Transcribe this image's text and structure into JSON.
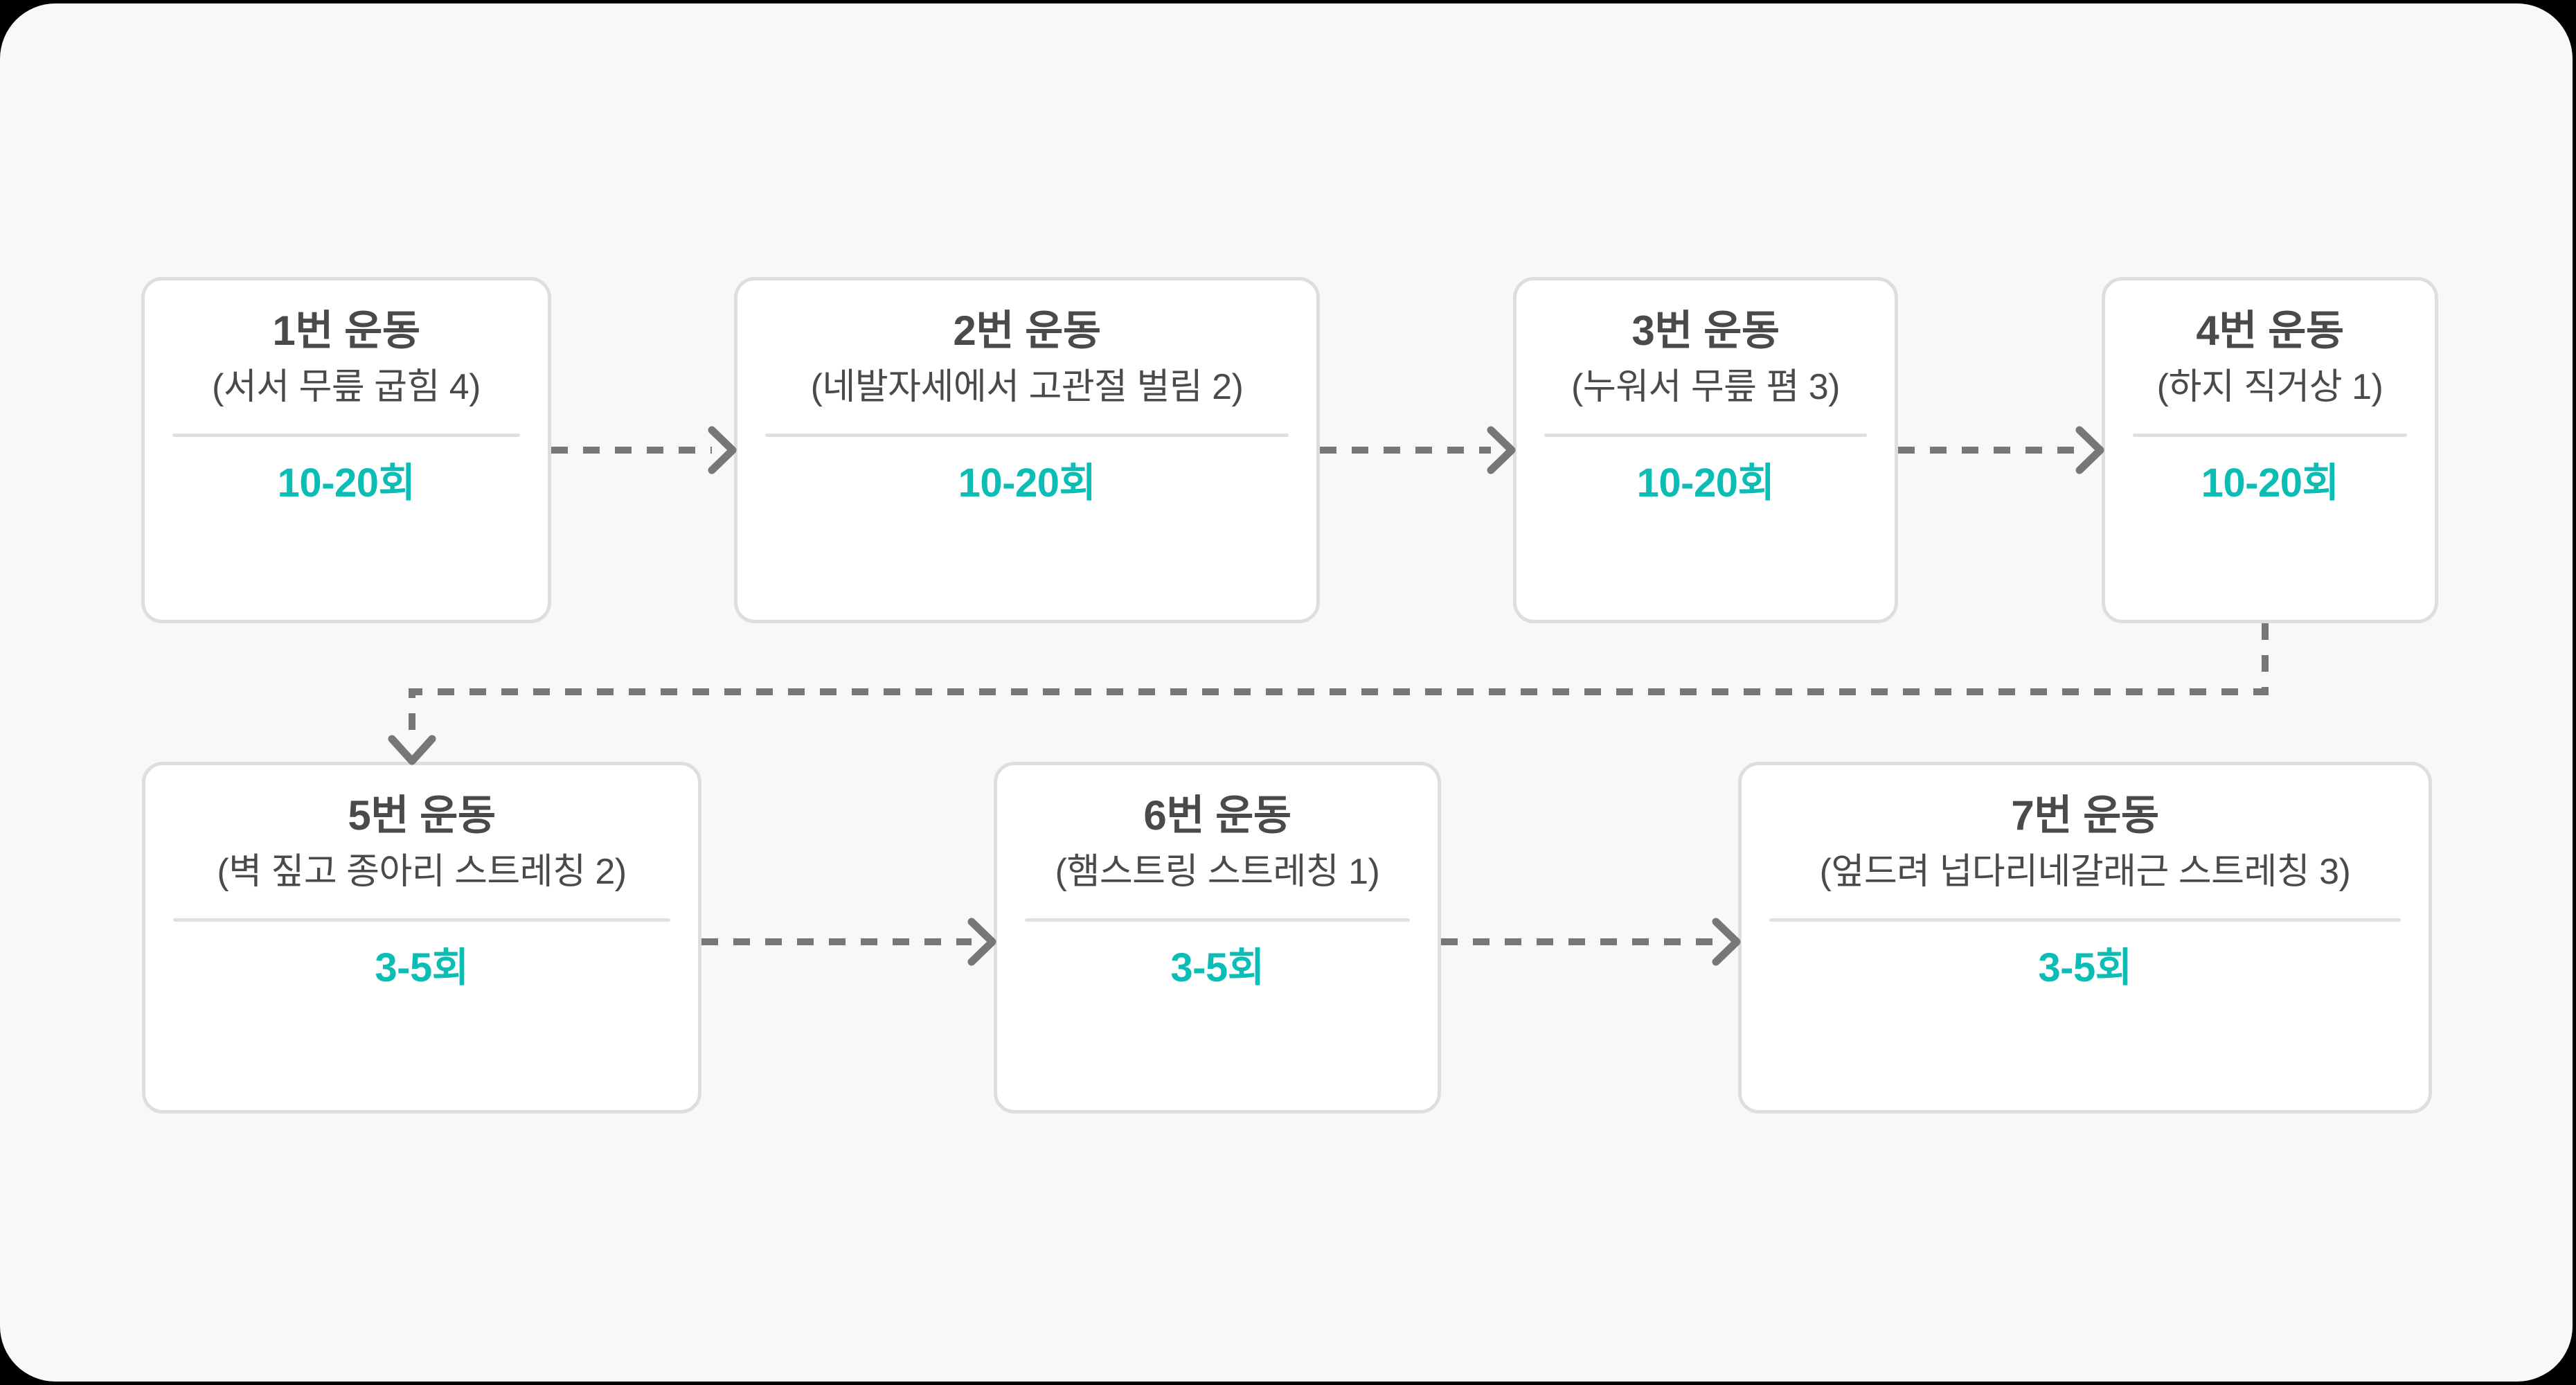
{
  "canvas": {
    "background_color": "#F7F8F8",
    "page_background_color": "#000000",
    "corner_radius": "80px"
  },
  "theme": {
    "card_background": "#FFFFFF",
    "card_border": "#DEDEDE",
    "title_color": "#4A4A4A",
    "subtitle_color": "#4A4A4A",
    "reps_accent_color": "#0CBDB6",
    "divider_color": "#E0E0E0",
    "connector_color": "#777777"
  },
  "flow": {
    "type": "exercise-sequence-flowchart",
    "rows": 2,
    "total_steps": 7,
    "steps": [
      {
        "index": 1,
        "title": "1번 운동",
        "subtitle": "(서서 무릎 굽힘 4)",
        "reps": "10-20회",
        "row": 1
      },
      {
        "index": 2,
        "title": "2번 운동",
        "subtitle": "(네발자세에서 고관절 벌림 2)",
        "reps": "10-20회",
        "row": 1
      },
      {
        "index": 3,
        "title": "3번 운동",
        "subtitle": "(누워서 무릎 폄 3)",
        "reps": "10-20회",
        "row": 1
      },
      {
        "index": 4,
        "title": "4번 운동",
        "subtitle": "(하지 직거상 1)",
        "reps": "10-20회",
        "row": 1
      },
      {
        "index": 5,
        "title": "5번 운동",
        "subtitle": "(벽 짚고 종아리 스트레칭 2)",
        "reps": "3-5회",
        "row": 2
      },
      {
        "index": 6,
        "title": "6번 운동",
        "subtitle": "(햄스트링 스트레칭 1)",
        "reps": "3-5회",
        "row": 2
      },
      {
        "index": 7,
        "title": "7번 운동",
        "subtitle": "(엎드려 넙다리네갈래근 스트레칭 3)",
        "reps": "3-5회",
        "row": 2
      }
    ],
    "connectors": [
      {
        "from": 1,
        "to": 2,
        "style": "dashed",
        "direction": "right"
      },
      {
        "from": 2,
        "to": 3,
        "style": "dashed",
        "direction": "right"
      },
      {
        "from": 3,
        "to": 4,
        "style": "dashed",
        "direction": "right"
      },
      {
        "from": 4,
        "to": 5,
        "style": "dashed",
        "direction": "wrap-down-left-down"
      },
      {
        "from": 5,
        "to": 6,
        "style": "dashed",
        "direction": "right"
      },
      {
        "from": 6,
        "to": 7,
        "style": "dashed",
        "direction": "right"
      }
    ]
  }
}
